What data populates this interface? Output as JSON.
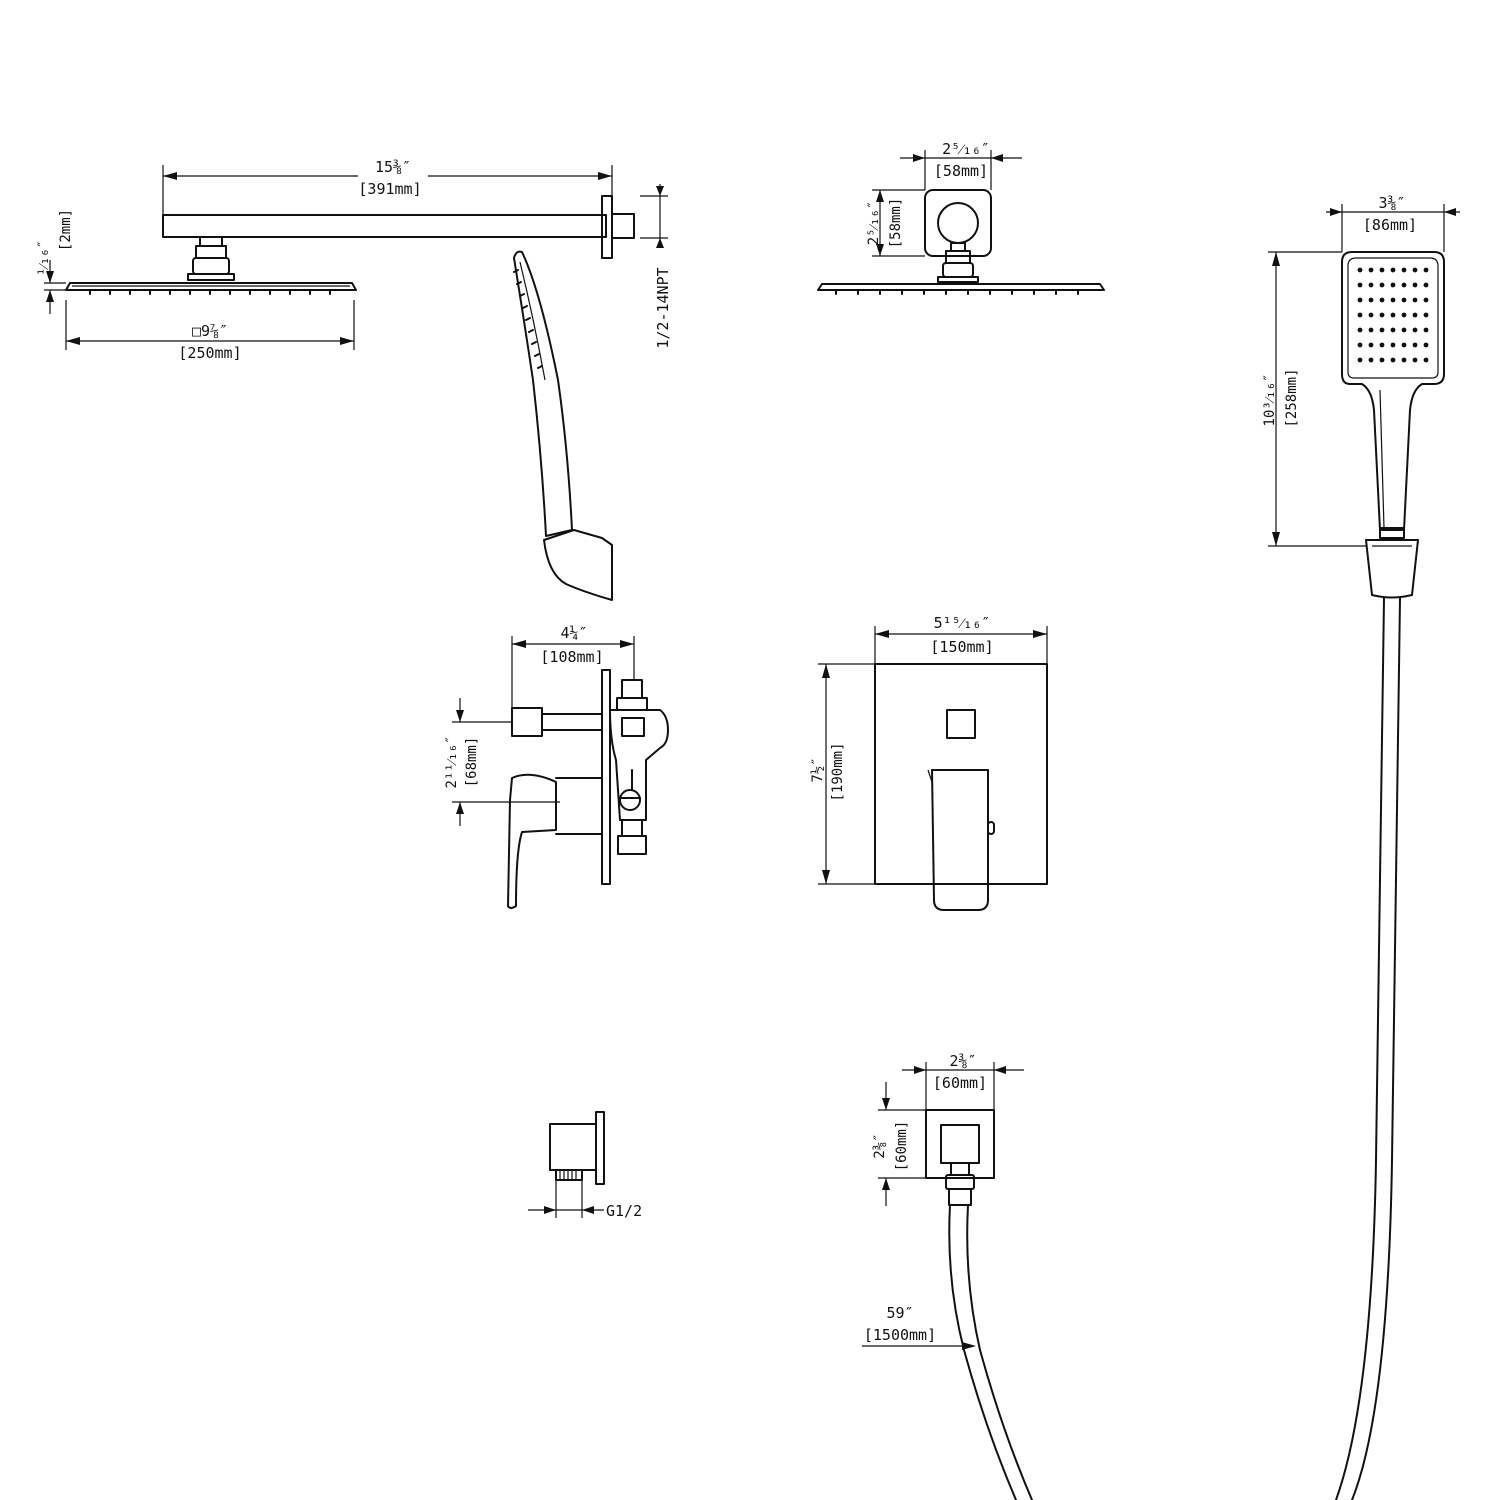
{
  "dimensions": {
    "arm_length_in": "15⅜″",
    "arm_length_mm": "[391mm]",
    "head_thickness_in": "¹⁄₁₆″",
    "head_thickness_mm": "[2mm]",
    "head_width_in": "□9⅞″",
    "head_width_mm": "[250mm]",
    "thread_spec": "1/2-14NPT",
    "flange_width_in": "2⁵⁄₁₆″",
    "flange_width_mm": "[58mm]",
    "flange_height_in": "2⁵⁄₁₆″",
    "flange_height_mm": "[58mm]",
    "handheld_width_in": "3⅜″",
    "handheld_width_mm": "[86mm]",
    "handheld_length_in": "10³⁄₁₆″",
    "handheld_length_mm": "[258mm]",
    "valve_depth_in": "4¼″",
    "valve_depth_mm": "[108mm]",
    "valve_offset_in": "2¹¹⁄₁₆″",
    "valve_offset_mm": "[68mm]",
    "trim_width_in": "5¹⁵⁄₁₆″",
    "trim_width_mm": "[150mm]",
    "trim_height_in": "7½″",
    "trim_height_mm": "[190mm]",
    "outlet_thread": "G1/2",
    "elbow_width_in": "2⅜″",
    "elbow_width_mm": "[60mm]",
    "elbow_height_in": "2⅜″",
    "elbow_height_mm": "[60mm]",
    "hose_length_in": "59″",
    "hose_length_mm": "[1500mm]"
  }
}
